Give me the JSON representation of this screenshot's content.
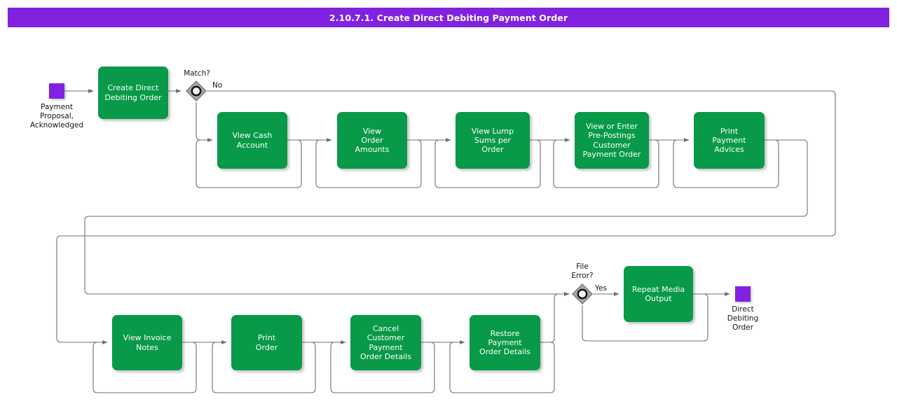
{
  "header": {
    "title": "2.10.7.1. Create Direct Debiting Payment Order",
    "bar_color": "#8122e0",
    "text_color": "#ffffff"
  },
  "theme": {
    "task_fill": "#089949",
    "task_text": "#ffffff",
    "event_fill": "#8122e0",
    "gateway_fill": "#a6a6a6",
    "gateway_stroke": "#595959",
    "connector_stroke": "#707070",
    "page_background": "#ffffff"
  },
  "diagram": {
    "type": "flowchart",
    "notation": "BPMN-like process flow",
    "events": [
      {
        "id": "start-event",
        "kind": "start",
        "label": "Payment\nProposal,\nAcknowledged",
        "shape": "square",
        "color": "#8122e0"
      },
      {
        "id": "end-event",
        "kind": "end",
        "label": "Direct\nDebiting\nOrder",
        "shape": "square",
        "color": "#8122e0"
      }
    ],
    "gateways": [
      {
        "id": "gateway-match",
        "label": "Match?",
        "shape": "diamond-with-circle",
        "outgoing": [
          {
            "label": "No",
            "target": "task-print-payment-advices-row"
          },
          {
            "label": "",
            "target": "task-view-cash-account"
          }
        ]
      },
      {
        "id": "gateway-file-error",
        "label": "File\nError?",
        "shape": "diamond-with-circle",
        "outgoing": [
          {
            "label": "Yes",
            "target": "task-repeat-media-output"
          },
          {
            "label": "",
            "target": "end-event"
          }
        ]
      }
    ],
    "tasks": [
      {
        "id": "task-create-direct-debiting-order",
        "label": "Create Direct\nDebiting Order"
      },
      {
        "id": "task-view-cash-account",
        "label": "View Cash\nAccount"
      },
      {
        "id": "task-view-order-amounts",
        "label": "View\nOrder\nAmounts"
      },
      {
        "id": "task-view-lump-sums-per-order",
        "label": "View Lump\nSums per\nOrder"
      },
      {
        "id": "task-view-or-enter-pre-postings",
        "label": "View or Enter\nPre-Postings\nCustomer\nPayment Order"
      },
      {
        "id": "task-print-payment-advices",
        "label": "Print\nPayment\nAdvices"
      },
      {
        "id": "task-view-invoice-notes",
        "label": "View Invoice\nNotes"
      },
      {
        "id": "task-print-order",
        "label": "Print\nOrder"
      },
      {
        "id": "task-cancel-customer-payment-order-details",
        "label": "Cancel\nCustomer\nPayment\nOrder Details"
      },
      {
        "id": "task-restore-payment-order-details",
        "label": "Restore\nPayment\nOrder Details"
      },
      {
        "id": "task-repeat-media-output",
        "label": "Repeat Media\nOutput"
      }
    ],
    "flow_labels": [
      {
        "id": "flow-label-no",
        "text": "No"
      },
      {
        "id": "flow-label-yes",
        "text": "Yes"
      }
    ]
  }
}
